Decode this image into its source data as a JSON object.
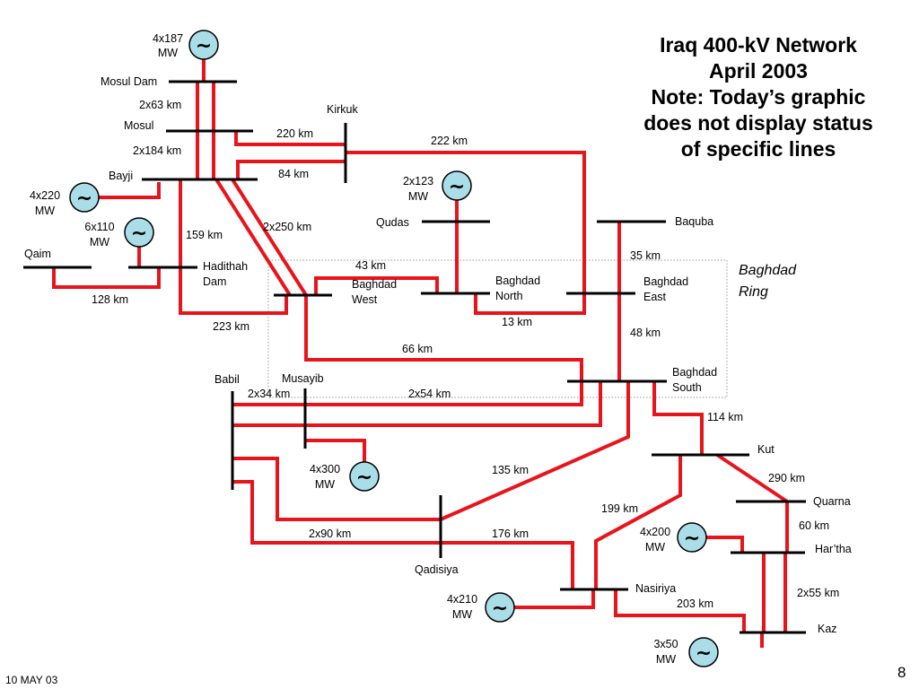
{
  "title": {
    "lines": [
      "Iraq 400-kV Network",
      "April 2003",
      "Note: Today’s graphic",
      "does not display status",
      "of specific lines"
    ]
  },
  "ring_label": {
    "line1": "Baghdad",
    "line2": "Ring"
  },
  "footer": {
    "date": "10 MAY 03",
    "page": "8"
  },
  "generator_symbol": "~",
  "colors": {
    "line": "#e8141b",
    "bus": "#000000",
    "generator_fill": "#a9dde8",
    "ring_border": "#9a9a9a"
  },
  "stations": {
    "mosul_dam": "Mosul Dam",
    "mosul": "Mosul",
    "kirkuk": "Kirkuk",
    "bayji": "Bayji",
    "qudas": "Qudas",
    "baquba": "Baquba",
    "qaim": "Qaim",
    "hadithah_dam": [
      "Hadithah",
      "Dam"
    ],
    "baghdad_west": [
      "Baghdad",
      "West"
    ],
    "baghdad_north": [
      "Baghdad",
      "North"
    ],
    "baghdad_east": [
      "Baghdad",
      "East"
    ],
    "baghdad_south": [
      "Baghdad",
      "South"
    ],
    "babil": "Babil",
    "musayib": "Musayib",
    "kut": "Kut",
    "quarna": "Quarna",
    "hartha": "Har’tha",
    "nasiriya": "Nasiriya",
    "qadisiya": "Qadisiya",
    "kaz": "Kaz"
  },
  "generators": {
    "mosul_dam": [
      "4x187",
      "MW"
    ],
    "bayji": [
      "4x220",
      "MW"
    ],
    "hadithah": [
      "6x110",
      "MW"
    ],
    "qudas": [
      "2x123",
      "MW"
    ],
    "musayib": [
      "4x300",
      "MW"
    ],
    "hartha": [
      "4x200",
      "MW"
    ],
    "nasiriya": [
      "4x210",
      "MW"
    ],
    "kaz": [
      "3x50",
      "MW"
    ]
  },
  "distances": {
    "mosuldam_mosul": "2x63 km",
    "mosul_bayji": "2x184 km",
    "mosul_kirkuk": "220 km",
    "bayji_kirkuk": "84 km",
    "kirkuk_east": "222 km",
    "bayji_hadithah": "159 km",
    "bayji_west": "2x250 km",
    "qaim_hadithah": "128 km",
    "hadithah_west": "223 km",
    "west_north": "43 km",
    "north_east": "13 km",
    "baquba_east": "35 km",
    "east_south": "48 km",
    "west_south": "66 km",
    "babil_musayib": "2x34 km",
    "musayib_south": "2x54 km",
    "south_kut": "114 km",
    "south_qadisiya": "135 km",
    "kut_quarna": "290 km",
    "kut_nasiriya": "199 km",
    "babil_qadisiya": "2x90 km",
    "qadisiya_nasiriya": "176 km",
    "quarna_hartha": "60 km",
    "hartha_kaz": "2x55 km",
    "nasiriya_kaz": "203 km"
  }
}
